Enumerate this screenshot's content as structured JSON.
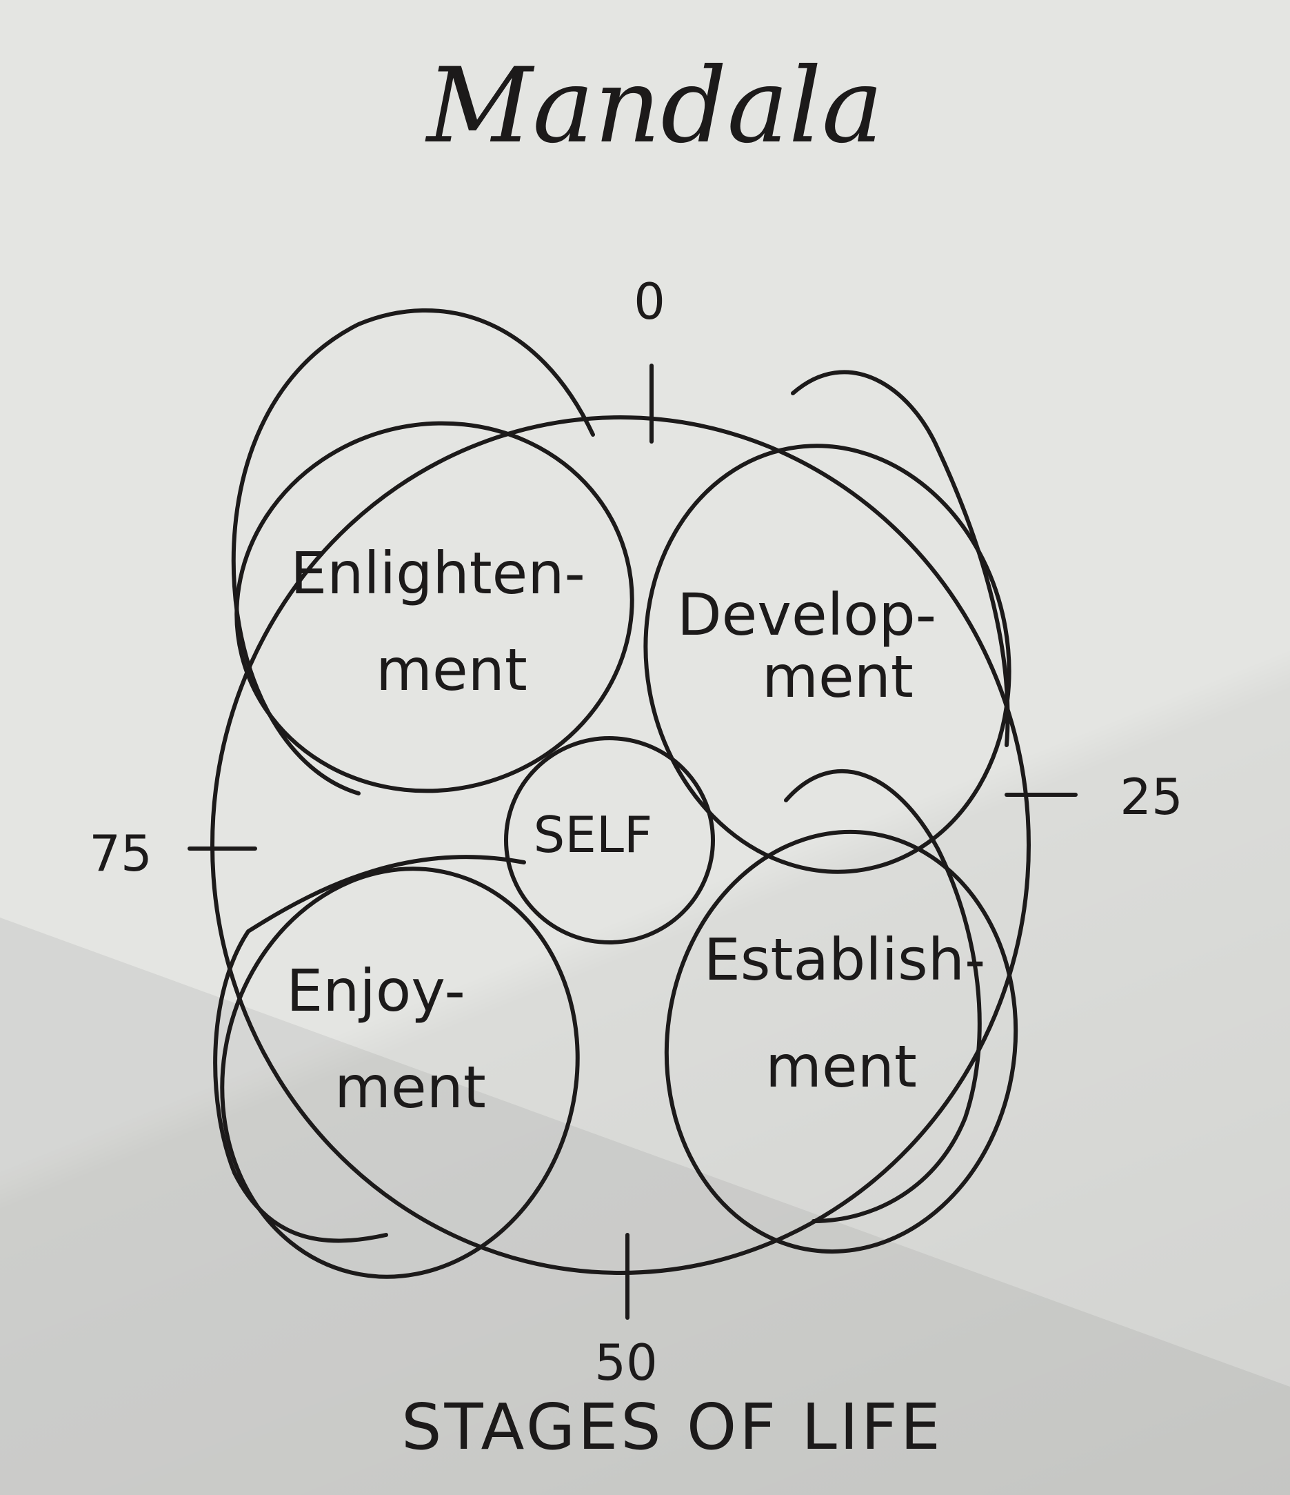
{
  "title": "Mandala",
  "caption": "STAGES OF LIFE",
  "center": {
    "label": "SELF"
  },
  "stages": [
    {
      "line1": "Enlighten-",
      "line2": "ment"
    },
    {
      "line1": "Develop-",
      "line2": "ment"
    },
    {
      "line1": "Establish-",
      "line2": "ment"
    },
    {
      "line1": "Enjoy-",
      "line2": "ment"
    }
  ],
  "ages": {
    "top": "0",
    "right": "25",
    "bottom": "50",
    "left": "75"
  }
}
